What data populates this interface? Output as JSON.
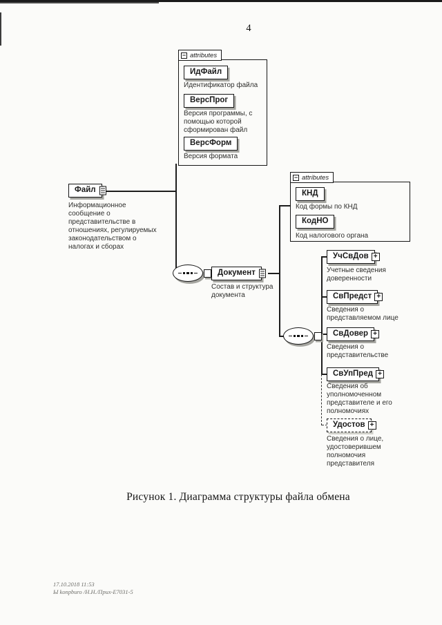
{
  "page": {
    "number": "4",
    "caption": "Рисунок 1. Диаграмма структуры файла обмена"
  },
  "footer": {
    "line1": "17.10.2018 11:53",
    "line2": "Ы konpburo /Н.Н./Прих-Е7031-5"
  },
  "icons": {
    "minus": "−",
    "plus": "+"
  },
  "diagram": {
    "root": {
      "name": "Файл",
      "desc": "Информационное\nсообщение о\nпредставительстве в\nотношениях, регулируемых\nзаконодательством о\nналогах и сборах"
    },
    "attr_box1": {
      "tab": "attributes",
      "items": [
        {
          "name": "ИдФайл",
          "desc": "Идентификатор файла"
        },
        {
          "name": "ВерсПрог",
          "desc": "Версия программы, с\nпомощью которой\nсформирован файл"
        },
        {
          "name": "ВерсФорм",
          "desc": "Версия формата"
        }
      ]
    },
    "document": {
      "name": "Документ",
      "desc": "Состав и структура\nдокумента"
    },
    "attr_box2": {
      "tab": "attributes",
      "items": [
        {
          "name": "КНД",
          "desc": "Код формы по КНД"
        },
        {
          "name": "КодНО",
          "desc": "Код налогового органа"
        }
      ]
    },
    "children": [
      {
        "name": "УчСвДов",
        "desc": "Учетные сведения\nдоверенности",
        "optional": false
      },
      {
        "name": "СвПредст",
        "desc": "Сведения о\nпредставляемом лице",
        "optional": false
      },
      {
        "name": "СвДовер",
        "desc": "Сведения о\nпредставительстве",
        "optional": false
      },
      {
        "name": "СвУпПред",
        "desc": "Сведения об\nуполномоченном\nпредставителе и его\nполномочиях",
        "optional": false
      },
      {
        "name": "Удостов",
        "desc": "Сведения о лице,\nудостоверившем\nполномочия\nпредставителя",
        "optional": true
      }
    ]
  }
}
